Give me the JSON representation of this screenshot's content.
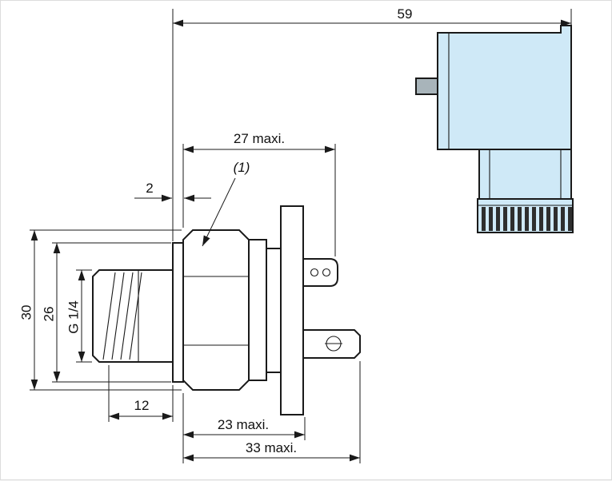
{
  "drawing": {
    "type": "technical-dimension-drawing",
    "subject": "pressure-switch-with-din-connector",
    "labels": {
      "dim_total_width": "59",
      "dim_27": "27 maxi.",
      "dim_washer": "2",
      "callout": "(1)",
      "dim_30": "30",
      "dim_26": "26",
      "thread_spec": "G 1/4",
      "dim_12": "12",
      "dim_23": "23 maxi.",
      "dim_33": "33 maxi."
    },
    "colors": {
      "line": "#1a1a1a",
      "connector_fill": "#cfe9f7",
      "tab_fill": "#a8b4ba",
      "knurl": "#2e2e2e"
    }
  }
}
